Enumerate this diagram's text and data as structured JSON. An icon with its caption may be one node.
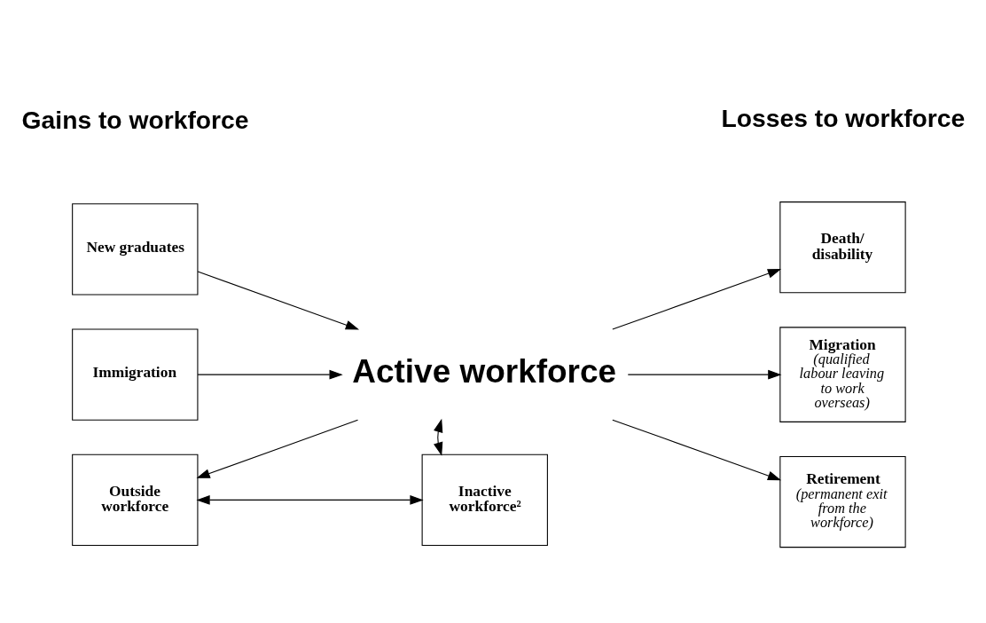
{
  "diagram": {
    "nodes": [
      {
        "text": [
          "New graduates"
        ]
      },
      {
        "text": [
          "Immigration"
        ]
      },
      {
        "text": [
          "Active workforce"
        ]
      },
      {
        "text": [
          "Death/ disability"
        ]
      },
      {
        "text": [
          "Migration",
          "(qualified labour leaving to work overseas)"
        ]
      },
      {
        "text": [
          "Retirement",
          "(permanent exit from the workforce)"
        ]
      },
      {
        "text": [
          "Outside workforce"
        ]
      },
      {
        "text": [
          "Inactive workforce²"
        ]
      }
    ],
    "edges": [
      {
        "from": 0,
        "to": 2,
        "arrow": "to"
      },
      {
        "from": 1,
        "to": 2,
        "arrow": "to"
      },
      {
        "from": 2,
        "to": 3,
        "arrow": "to"
      },
      {
        "from": 2,
        "to": 4,
        "arrow": "to"
      },
      {
        "from": 2,
        "to": 5,
        "arrow": "to"
      },
      {
        "from": 2,
        "to": 6,
        "arrow": "to"
      },
      {
        "from": 2,
        "to": 7,
        "arrow": "both"
      },
      {
        "from": 6,
        "to": 7,
        "arrow": "both"
      }
    ],
    "labels": [
      "Gains to workforce",
      "Losses to workforce"
    ]
  }
}
